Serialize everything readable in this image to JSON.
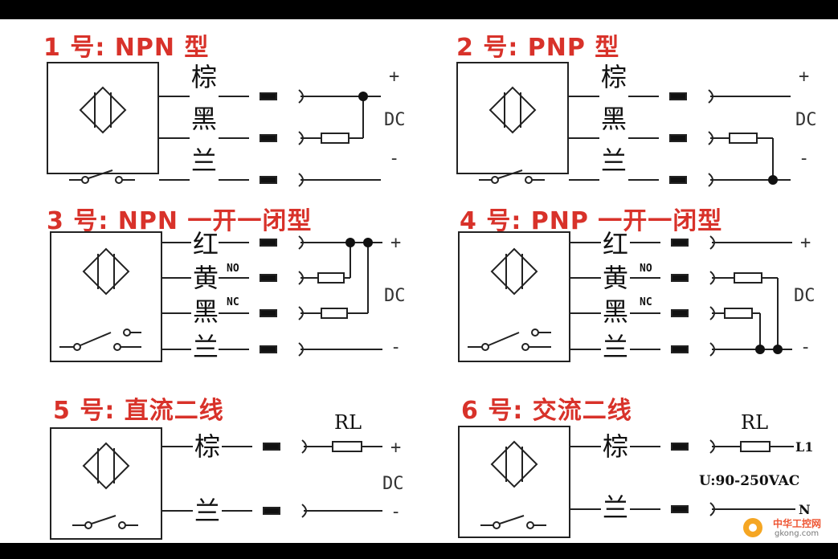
{
  "titles": {
    "p1": "1 号: NPN 型",
    "p2": "2 号: PNP 型",
    "p3": "3 号: NPN 一开一闭型",
    "p4": "4 号: PNP 一开一闭型",
    "p5": "5 号: 直流二线",
    "p6": "6 号: 交流二线"
  },
  "wire_labels": {
    "brown": "棕",
    "black": "黑",
    "blue": "兰",
    "red": "红",
    "yellow": "黄"
  },
  "contact_labels": {
    "no": "NO",
    "nc": "NC"
  },
  "terminals": {
    "plus": "+",
    "minus": "-",
    "dc": "DC",
    "l1": "L1",
    "n": "N"
  },
  "load_label": "RL",
  "ac_voltage": "U:90-250VAC",
  "watermark": {
    "logo": "中华工控网",
    "url": "gkong.com"
  },
  "colors": {
    "title": "#d8322a",
    "line": "#222222"
  }
}
